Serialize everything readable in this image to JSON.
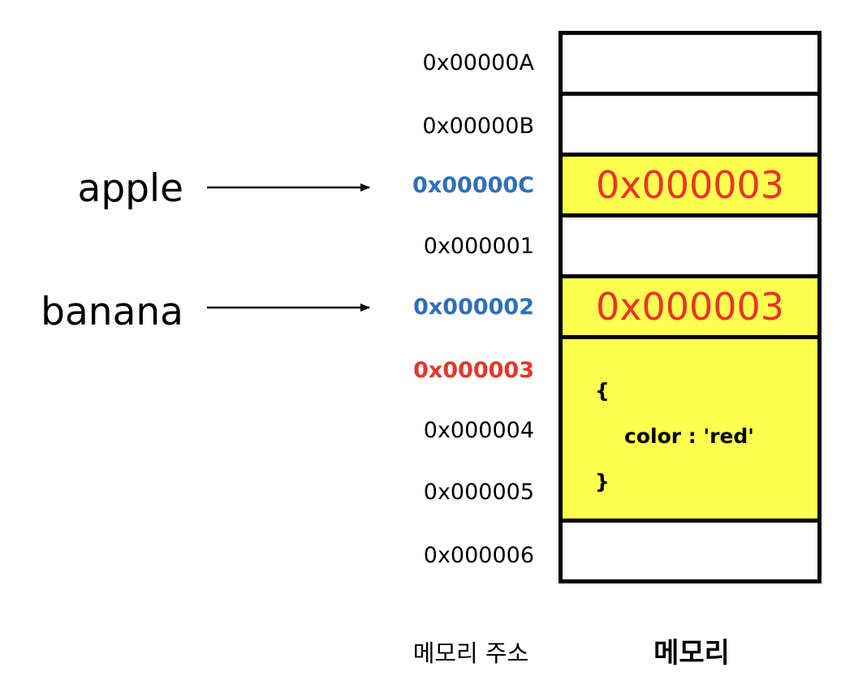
{
  "addresses": [
    {
      "label": "0x00000A",
      "color": "#000000"
    },
    {
      "label": "0x00000B",
      "color": "#000000"
    },
    {
      "label": "0x00000C",
      "color": "#2f6fb8"
    },
    {
      "label": "0x000001",
      "color": "#000000"
    },
    {
      "label": "0x000002",
      "color": "#2f6fb8"
    },
    {
      "label": "0x000003",
      "color": "#e8342a"
    },
    {
      "label": "0x000004",
      "color": "#000000"
    },
    {
      "label": "0x000005",
      "color": "#000000"
    },
    {
      "label": "0x000006",
      "color": "#000000"
    }
  ],
  "variables": [
    {
      "name": "apple",
      "points_to": "0x00000C"
    },
    {
      "name": "banana",
      "points_to": "0x000002"
    }
  ],
  "memory": {
    "cells": [
      {
        "value": ""
      },
      {
        "value": ""
      },
      {
        "value": "0x000003",
        "fill": "#ffff4f"
      },
      {
        "value": ""
      },
      {
        "value": "0x000003",
        "fill": "#ffff4f"
      },
      {
        "object": {
          "open": "{",
          "body": "color : 'red'",
          "close": "}"
        },
        "fill": "#ffff4f"
      },
      {
        "value": ""
      }
    ]
  },
  "footer": {
    "address_label": "메모리 주소",
    "memory_label": "메모리"
  },
  "colors": {
    "pointer_address": "#2f6fb8",
    "object_address": "#e8342a",
    "stored_value": "#e8342a",
    "highlight_fill": "#ffff4f"
  }
}
